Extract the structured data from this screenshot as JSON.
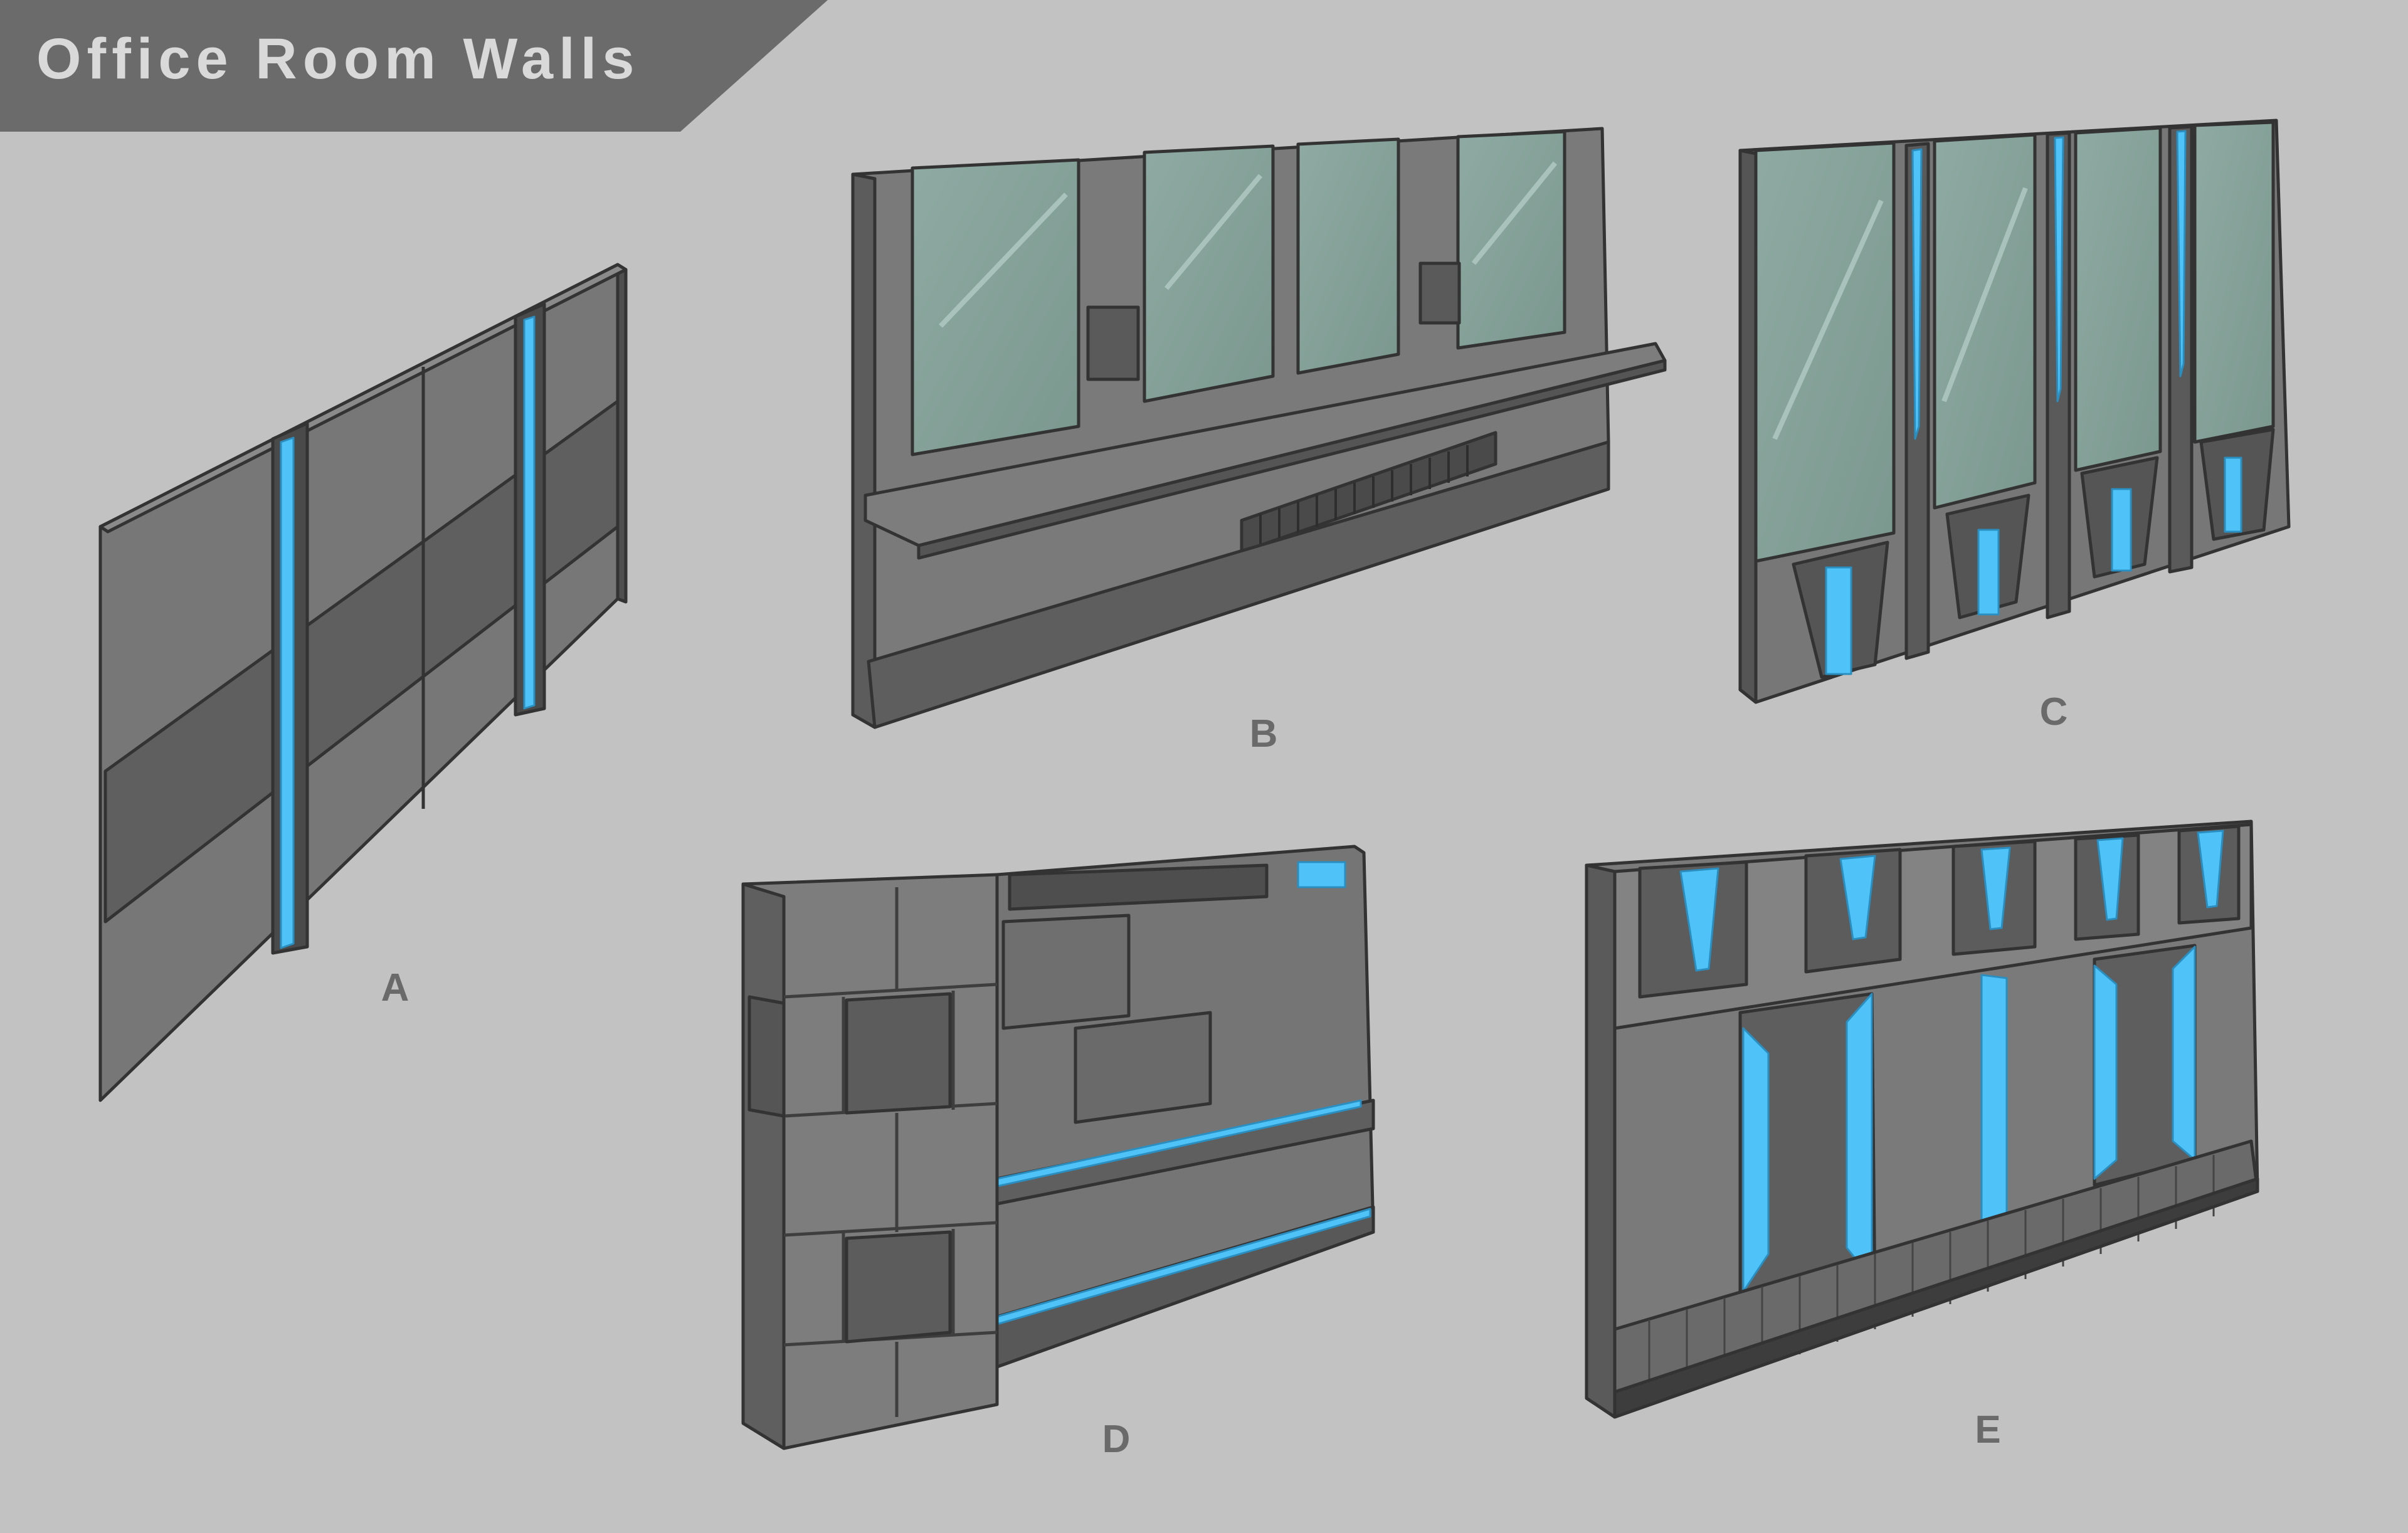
{
  "title": "Office Room Walls",
  "labels": {
    "a": "A",
    "b": "B",
    "c": "C",
    "d": "D",
    "e": "E"
  },
  "colors": {
    "background": "#c2c2c2",
    "banner": "#6b6b6b",
    "title_text": "#d9d9d9",
    "wall_face": "#767676",
    "wall_dark": "#5a5a5a",
    "wall_edge": "#3a3a3a",
    "glass": "#84a39a",
    "light_strip": "#4fc3f7",
    "label": "#6a6a6a"
  }
}
